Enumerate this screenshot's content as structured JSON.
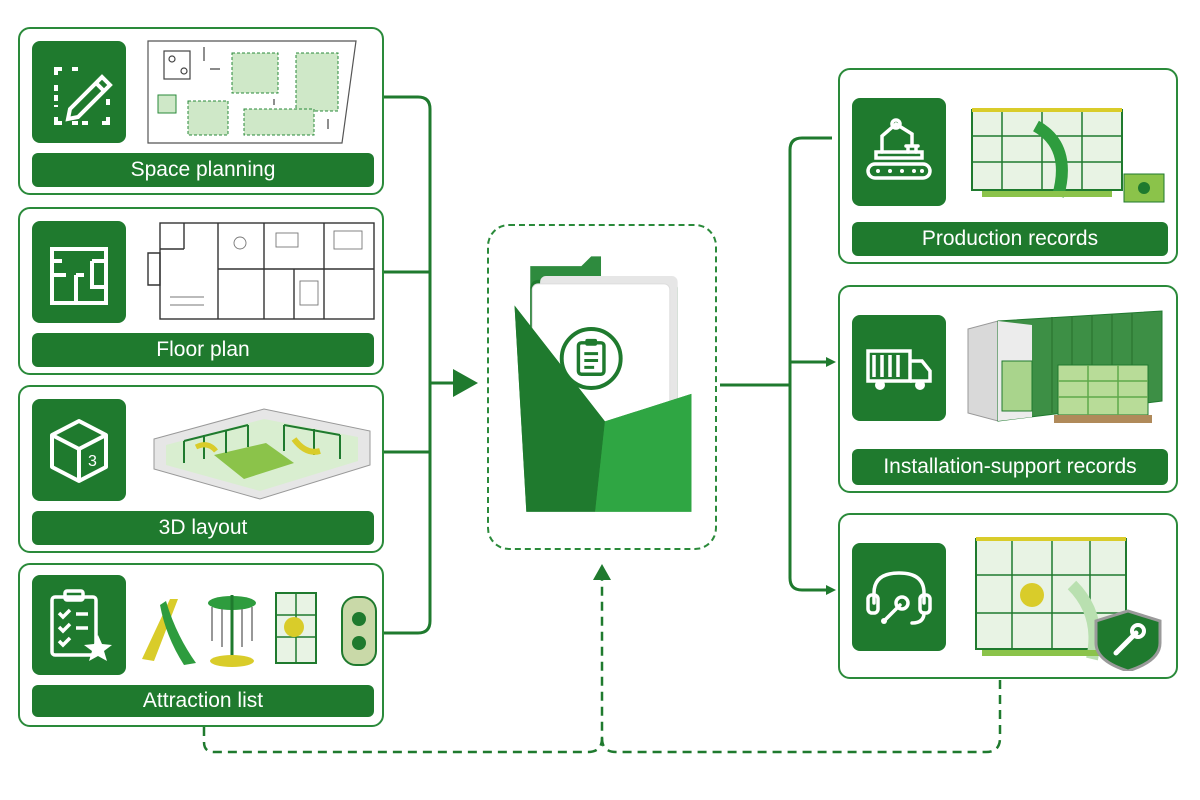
{
  "colors": {
    "brand_green": "#1f7a2e",
    "line_green": "#2a8a3a",
    "light_green": "#cfe8c8",
    "accent_yellow": "#d9cc2a"
  },
  "inputs": [
    {
      "label": "Space planning",
      "icon": "edit-square-icon"
    },
    {
      "label": "Floor plan",
      "icon": "floor-plan-icon"
    },
    {
      "label": "3D layout",
      "icon": "cube-3d-icon",
      "icon_text": "3"
    },
    {
      "label": "Attraction list",
      "icon": "checklist-star-icon"
    }
  ],
  "hub": {
    "icon": "folder-clipboard-icon"
  },
  "outputs": [
    {
      "label": "Production records",
      "icon": "robot-arm-conveyor-icon"
    },
    {
      "label": "Installation-support records",
      "icon": "delivery-truck-icon"
    },
    {
      "label": "",
      "icon": "headset-wrench-icon"
    }
  ]
}
